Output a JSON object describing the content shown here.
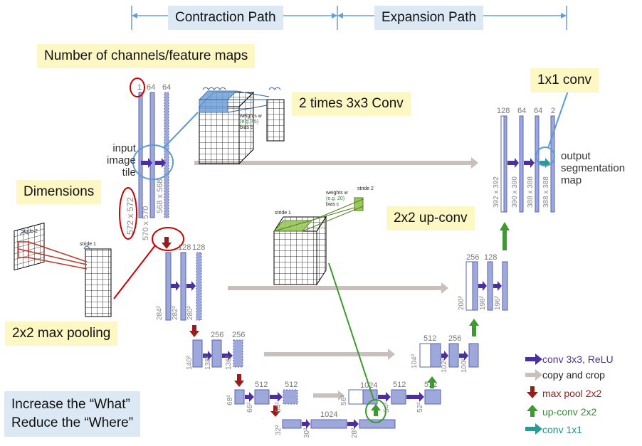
{
  "header": {
    "contraction": "Contraction Path",
    "expansion": "Expansion Path"
  },
  "callouts": {
    "channels": "Number of channels/feature maps",
    "dimensions": "Dimensions",
    "maxpool": "2x2 max pooling",
    "conv3": "2 times 3x3 Conv",
    "upconv": "2x2 up-conv",
    "conv1": "1x1 conv",
    "what_line1": "Increase the “What”",
    "what_line2": "Reduce the “Where”"
  },
  "figure": {
    "input_label": [
      "input",
      "image",
      "tile"
    ],
    "output_label": [
      "output",
      "segmentation",
      "map"
    ],
    "channels": {
      "l1": [
        "1",
        "64",
        "64"
      ],
      "l2": [
        "128",
        "128"
      ],
      "l3": [
        "256",
        "256"
      ],
      "l4": [
        "512",
        "512"
      ],
      "l5": [
        "1024",
        "1024"
      ],
      "r4": [
        "512",
        "512"
      ],
      "r3": [
        "512",
        "256"
      ],
      "r2": [
        "256",
        "128"
      ],
      "r1": [
        "128",
        "64",
        "64",
        "2"
      ]
    },
    "dims": {
      "l1": [
        "572 x 572",
        "570 x 570",
        "568 x 568"
      ],
      "l2": [
        "284²",
        "282²",
        "280²"
      ],
      "l3": [
        "140²",
        "138²",
        "136²"
      ],
      "l4": [
        "68²",
        "66²",
        "64²"
      ],
      "l5": [
        "32²",
        "30²",
        "28²"
      ],
      "r4": [
        "56²",
        "54²",
        "52²"
      ],
      "r3": [
        "104²",
        "102²",
        "100²"
      ],
      "r2": [
        "200²",
        "198²",
        "196²"
      ],
      "r1": [
        "392 x 392",
        "390 x 390",
        "388 x 388",
        "388 x 388"
      ]
    },
    "conv_inset": {
      "weights": "weights w",
      "eg": "(e.g. 45)",
      "bias": "bias c"
    },
    "upconv_inset": {
      "weights": "weights w",
      "eg": "(e.g. 20)",
      "bias": "bias c",
      "stride1": "stride 1",
      "stride2": "stride 2"
    },
    "pool_inset": {
      "stride2": "stride 2",
      "stride1": "stride 1"
    }
  },
  "legend": [
    {
      "label": "conv 3x3, ReLU",
      "color": "#4b2fa0",
      "icon": "right-arrow-icon"
    },
    {
      "label": "copy and crop",
      "color": "#b8aeae",
      "icon": "right-arrow-icon"
    },
    {
      "label": "max pool 2x2",
      "color": "#9b1b1b",
      "icon": "down-arrow-icon"
    },
    {
      "label": "up-conv 2x2",
      "color": "#2f8f2f",
      "icon": "up-arrow-icon"
    },
    {
      "label": "conv 1x1",
      "color": "#2a8f8f",
      "icon": "right-arrow-icon"
    }
  ],
  "colors": {
    "conv": "#4b2fa0",
    "copy": "#c9bfbd",
    "pool": "#9b1b1b",
    "up": "#3c9a2f",
    "onebyone": "#2a9a94",
    "bar_fill": "#9fa8da",
    "callout_yellow": "#fdf7c3",
    "callout_blue": "#dce9f5"
  }
}
